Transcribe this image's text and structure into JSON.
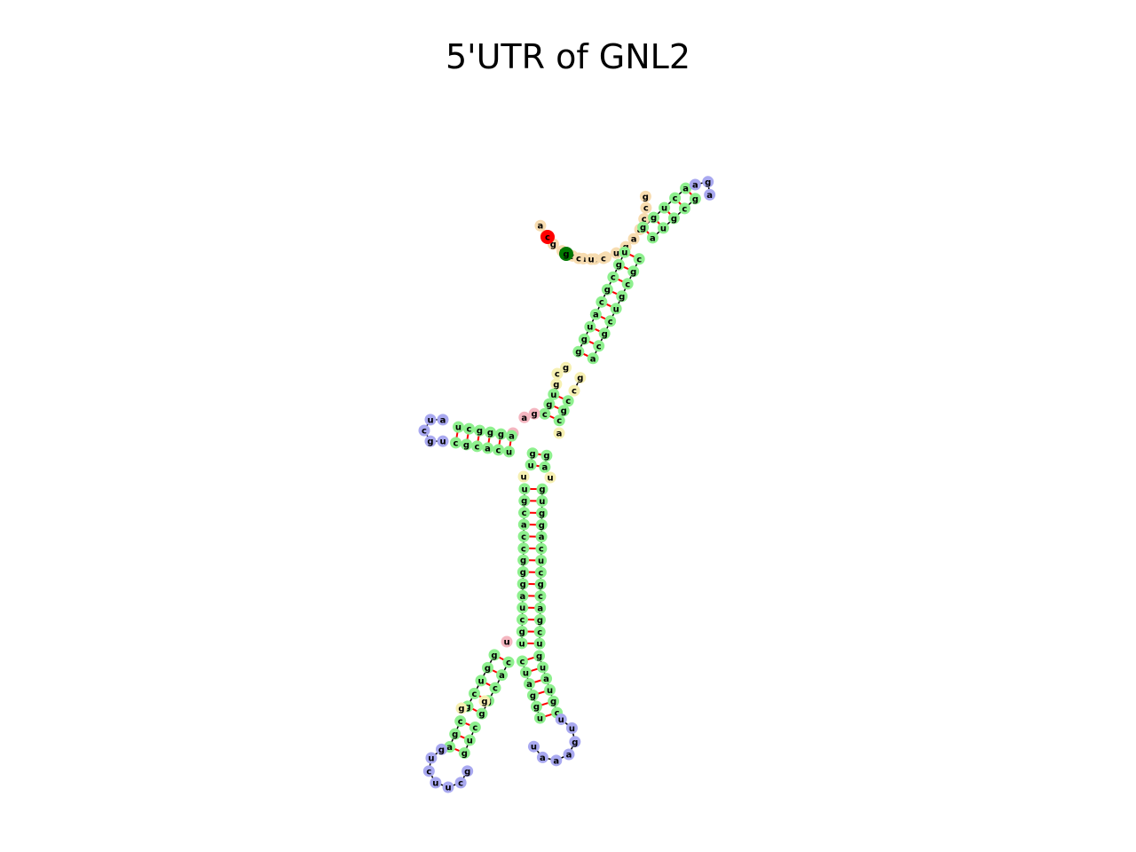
{
  "title": "5'UTR of GNL2",
  "colors": {
    "stem": "#8ef08e",
    "hairpin_loop": "#a9a9f0",
    "external_loop": "#f7dcb0",
    "interior_loop": "#f6f0b2",
    "multiloop": "#f4b6c0",
    "five_prime": "#ff0000",
    "three_prime": "#007700",
    "pair_bond": "#ff0000",
    "backbone": "#000000"
  },
  "five_prime_label": "c",
  "three_prime_label": "g",
  "outer_loop": [
    "a",
    "g",
    "g",
    "a",
    "a",
    "a",
    "c",
    "a",
    "u",
    "g",
    "a",
    "a",
    "c",
    "c",
    "g"
  ],
  "three_prime_tail": [
    "c",
    "u",
    "c"
  ],
  "top_arm_hairpin": [
    "a",
    "g",
    "a"
  ],
  "left_arm_hairpin": [
    "a",
    "u",
    "c",
    "g",
    "u"
  ],
  "bottom_left_hairpin": [
    "g",
    "u",
    "c",
    "u",
    "u",
    "c",
    "g"
  ],
  "bottom_right_hairpin": [
    "u",
    "u",
    "g",
    "a",
    "a",
    "a",
    "u"
  ],
  "stem_letters": [
    "a",
    "g",
    "u",
    "g",
    "g",
    "u",
    "c",
    "c",
    "g",
    "a",
    "u",
    "c",
    "g",
    "g",
    "c",
    "c",
    "g",
    "g",
    "c",
    "u",
    "a",
    "c",
    "u",
    "g",
    "g",
    "c",
    "g",
    "a",
    "u",
    "c",
    "g",
    "g",
    "c",
    "c",
    "a",
    "u",
    "g",
    "c",
    "g",
    "a",
    "g",
    "c",
    "c",
    "g",
    "u",
    "c",
    "g",
    "g",
    "u",
    "a",
    "u",
    "g",
    "g",
    "u",
    "c",
    "g",
    "a",
    "g",
    "c",
    "a",
    "c",
    "c",
    "g",
    "u",
    "g",
    "c",
    "g",
    "g",
    "a",
    "c",
    "u",
    "a",
    "c",
    "g",
    "g",
    "c",
    "u",
    "u",
    "g",
    "c",
    "g",
    "a",
    "u",
    "c",
    "c",
    "g",
    "g",
    "g",
    "c",
    "c",
    "g",
    "u",
    "a",
    "g",
    "c",
    "g",
    "u",
    "u",
    "a"
  ]
}
